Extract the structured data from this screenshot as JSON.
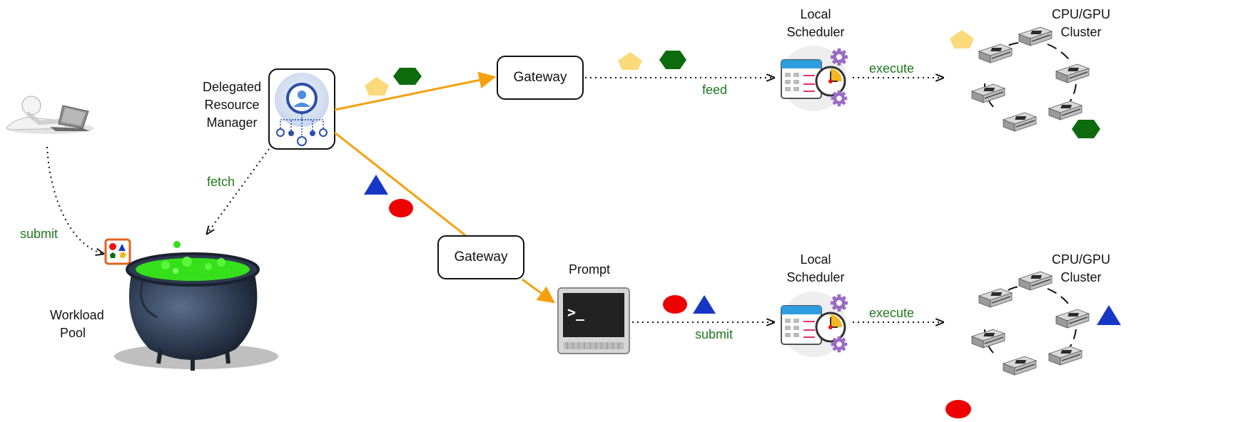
{
  "labels": {
    "drm": "Delegated Resource Manager",
    "gateway_top": "Gateway",
    "gateway_bottom": "Gateway",
    "local_scheduler_top": "Local Scheduler",
    "local_scheduler_bottom": "Local Scheduler",
    "cluster_top": "CPU/GPU Cluster",
    "cluster_bottom": "CPU/GPU Cluster",
    "prompt": "Prompt",
    "workload_pool": "Workload Pool"
  },
  "edge_labels": {
    "submit_user": "submit",
    "fetch": "fetch",
    "feed": "feed",
    "execute_top": "execute",
    "execute_bottom": "execute",
    "submit_prompt": "submit"
  },
  "prompt_text": ">_",
  "colors": {
    "arrow_orange": "#f5a00f",
    "label_green": "#1f7a1f",
    "pentagon_yellow": "#fcd97a",
    "hexagon_green": "#0d6b0d",
    "triangle_blue": "#1637c6",
    "ellipse_red": "#ee0000",
    "potion_green": "#35e01a"
  },
  "icons": [
    "user-laptop-icon",
    "task-shapes-icon",
    "cauldron-icon",
    "manager-icon",
    "scheduler-calendar-icon",
    "gear-icon",
    "server-icon",
    "terminal-icon"
  ]
}
